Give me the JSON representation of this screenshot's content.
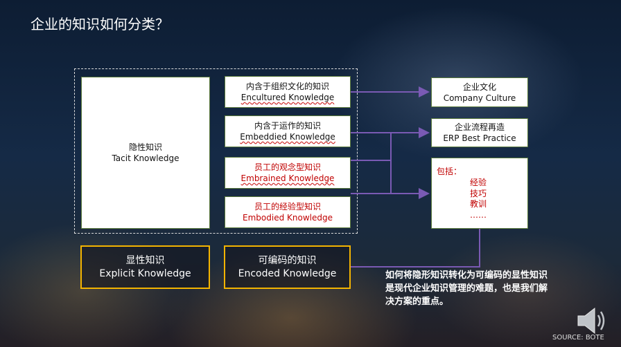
{
  "title": "企业的知识如何分类？",
  "tacit": {
    "zh": "隐性知识",
    "en": "Tacit Knowledge"
  },
  "knowledge_types": [
    {
      "zh": "内含于组织文化的知识",
      "en": "Encultured Knowledge"
    },
    {
      "zh": "内含于运作的知识",
      "en": "Embeddied  Knowledge"
    },
    {
      "zh": "员工的观念型知识",
      "en": "Embrained  Knowledge"
    },
    {
      "zh": "员工的经验型知识",
      "en": "Embodied  Knowledge"
    }
  ],
  "targets": {
    "culture": {
      "zh": "企业文化",
      "en": "Company Culture"
    },
    "erp": {
      "zh": "企业流程再造",
      "en": "ERP Best Practice"
    },
    "include": {
      "label": "包括：",
      "items": [
        "经验",
        "技巧",
        "教训",
        "……"
      ]
    }
  },
  "explicit": {
    "zh": "显性知识",
    "en": "Explicit Knowledge"
  },
  "encoded": {
    "zh": "可编码的知识",
    "en": "Encoded Knowledge"
  },
  "note": "如何将隐形知识转化为可编码的显性知识是现代企业知识管理的难题，也是我们解决方案的重点。",
  "source": "SOURCE:  BOTE",
  "colors": {
    "arrow": "#7a5ab4",
    "yellow_border": "#f4b400",
    "red_text": "#c00000"
  },
  "icons": [
    "speaker-icon"
  ]
}
